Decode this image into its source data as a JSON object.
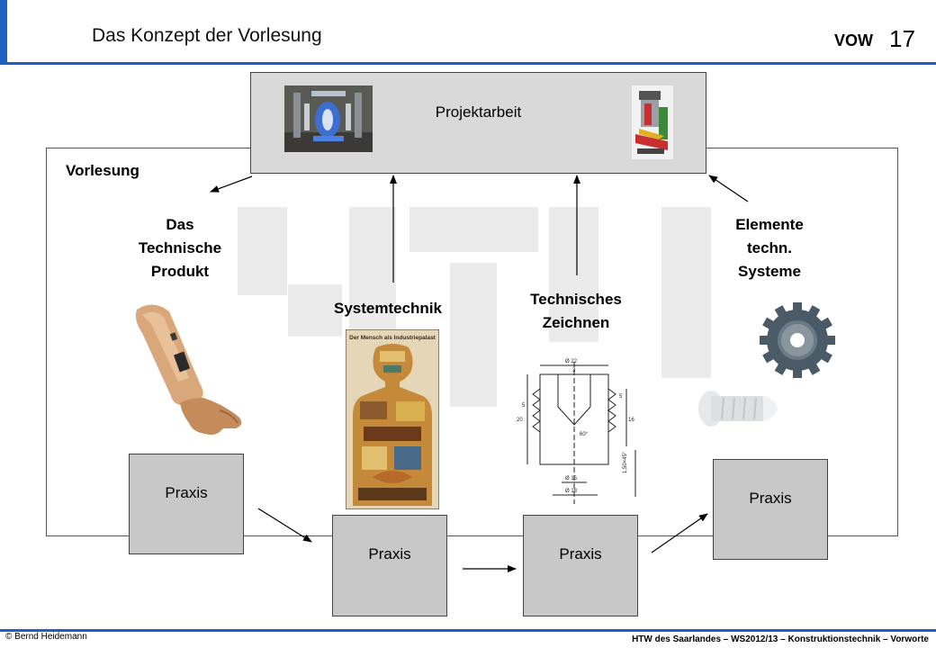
{
  "header": {
    "title": "Das Konzept der Vorlesung",
    "logo_text": "VOW",
    "slide_number": "17"
  },
  "footer": {
    "author": "© Bernd Heidemann",
    "course": "HTW des Saarlandes – WS2012/13 – Konstruktionstechnik – Vorworte"
  },
  "frame": {
    "label": "Vorlesung"
  },
  "projekt": {
    "label": "Projektarbeit"
  },
  "topics": [
    {
      "lines": [
        "Das",
        "Technische",
        "Produkt"
      ]
    },
    {
      "lines": [
        "Systemtechnik"
      ]
    },
    {
      "lines": [
        "Technisches",
        "Zeichnen"
      ]
    },
    {
      "lines": [
        "Elemente",
        "techn.",
        "Systeme"
      ]
    }
  ],
  "praxis": [
    {
      "label": "Praxis"
    },
    {
      "label": "Praxis"
    },
    {
      "label": "Praxis"
    },
    {
      "label": "Praxis"
    }
  ],
  "poster": {
    "title": "Der Mensch als Industriepalast"
  },
  "drawing": {
    "dims": [
      "Ø 22",
      "3",
      "5",
      "5",
      "20",
      "16",
      "60°",
      "Ø 15",
      "Ø 18",
      "1,50×45°"
    ]
  },
  "colors": {
    "accent": "#1f5fbf",
    "box_fill": "#c8c8c8",
    "projekt_fill": "#d9d9d9"
  }
}
